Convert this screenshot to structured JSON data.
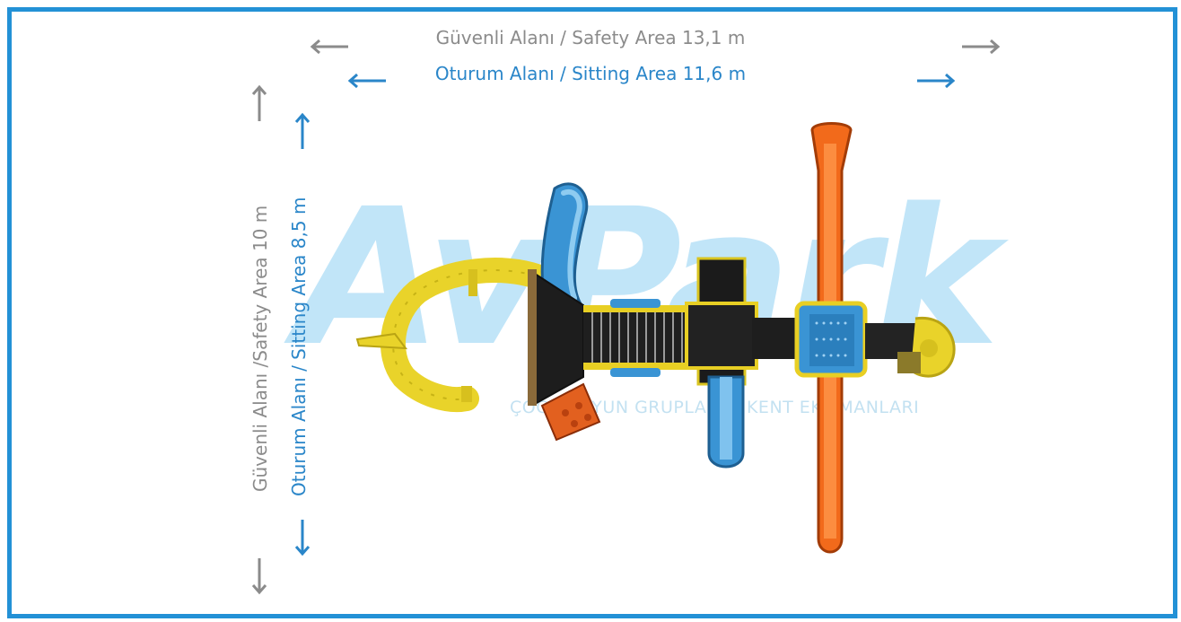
{
  "dimensions": {
    "safety_width": "Güvenli Alanı / Safety Area 13,1 m",
    "sitting_width": "Oturum Alanı / Sitting Area 11,6 m",
    "safety_height": "Güvenli Alanı /Safety Area 10 m",
    "sitting_height": "Oturum Alanı / Sitting Area 8,5 m"
  },
  "watermark": {
    "brand": "AvPark",
    "tagline": "ÇOCUK OYUN GRUPLARI • KENT EKİPMANLARI"
  },
  "colors": {
    "frame": "#2391d6",
    "safety_text": "#8b8b8b",
    "sitting_text": "#2a86c9"
  }
}
